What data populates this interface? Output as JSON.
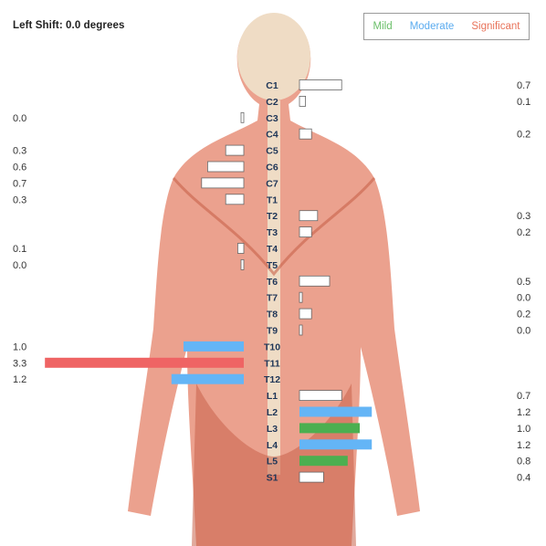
{
  "shift_label": "Left Shift: 0.0 degrees",
  "legend": [
    {
      "label": "Mild",
      "color": "#6abf69"
    },
    {
      "label": "Moderate",
      "color": "#5aabef"
    },
    {
      "label": "Significant",
      "color": "#e8735a"
    }
  ],
  "colors": {
    "none": "#ffffff",
    "mild": "#4caf50",
    "moderate": "#64b5f6",
    "significant": "#ef6464",
    "bar_stroke": "#666666",
    "skin": "#e8907a",
    "skin_dark": "#c8624a",
    "head": "#efdcc5"
  },
  "chart_data": {
    "type": "bar",
    "orientation": "horizontal-diverging",
    "categories": [
      "C1",
      "C2",
      "C3",
      "C4",
      "C5",
      "C6",
      "C7",
      "T1",
      "T2",
      "T3",
      "T4",
      "T5",
      "T6",
      "T7",
      "T8",
      "T9",
      "T10",
      "T11",
      "T12",
      "L1",
      "L2",
      "L3",
      "L4",
      "L5",
      "S1"
    ],
    "side": [
      "right",
      "right",
      "left",
      "right",
      "left",
      "left",
      "left",
      "left",
      "right",
      "right",
      "left",
      "left",
      "right",
      "right",
      "right",
      "right",
      "left",
      "left",
      "left",
      "right",
      "right",
      "right",
      "right",
      "right",
      "right"
    ],
    "values": [
      0.7,
      0.1,
      0.0,
      0.2,
      0.3,
      0.6,
      0.7,
      0.3,
      0.3,
      0.2,
      0.1,
      0.0,
      0.5,
      0.0,
      0.2,
      0.0,
      1.0,
      3.3,
      1.2,
      0.7,
      1.2,
      1.0,
      1.2,
      0.8,
      0.4
    ],
    "value_labels": [
      "0.7",
      "0.1",
      "0.0",
      "0.2",
      "0.3",
      "0.6",
      "0.7",
      "0.3",
      "0.3",
      "0.2",
      "0.1",
      "0.0",
      "0.5",
      "0.0",
      "0.2",
      "0.0",
      "1.0",
      "3.3",
      "1.2",
      "0.7",
      "1.2",
      "1.0",
      "1.2",
      "0.8",
      "0.4"
    ],
    "severity": [
      "none",
      "none",
      "none",
      "none",
      "none",
      "none",
      "none",
      "none",
      "none",
      "none",
      "none",
      "none",
      "none",
      "none",
      "none",
      "none",
      "moderate",
      "significant",
      "moderate",
      "none",
      "moderate",
      "mild",
      "moderate",
      "mild",
      "none"
    ]
  }
}
